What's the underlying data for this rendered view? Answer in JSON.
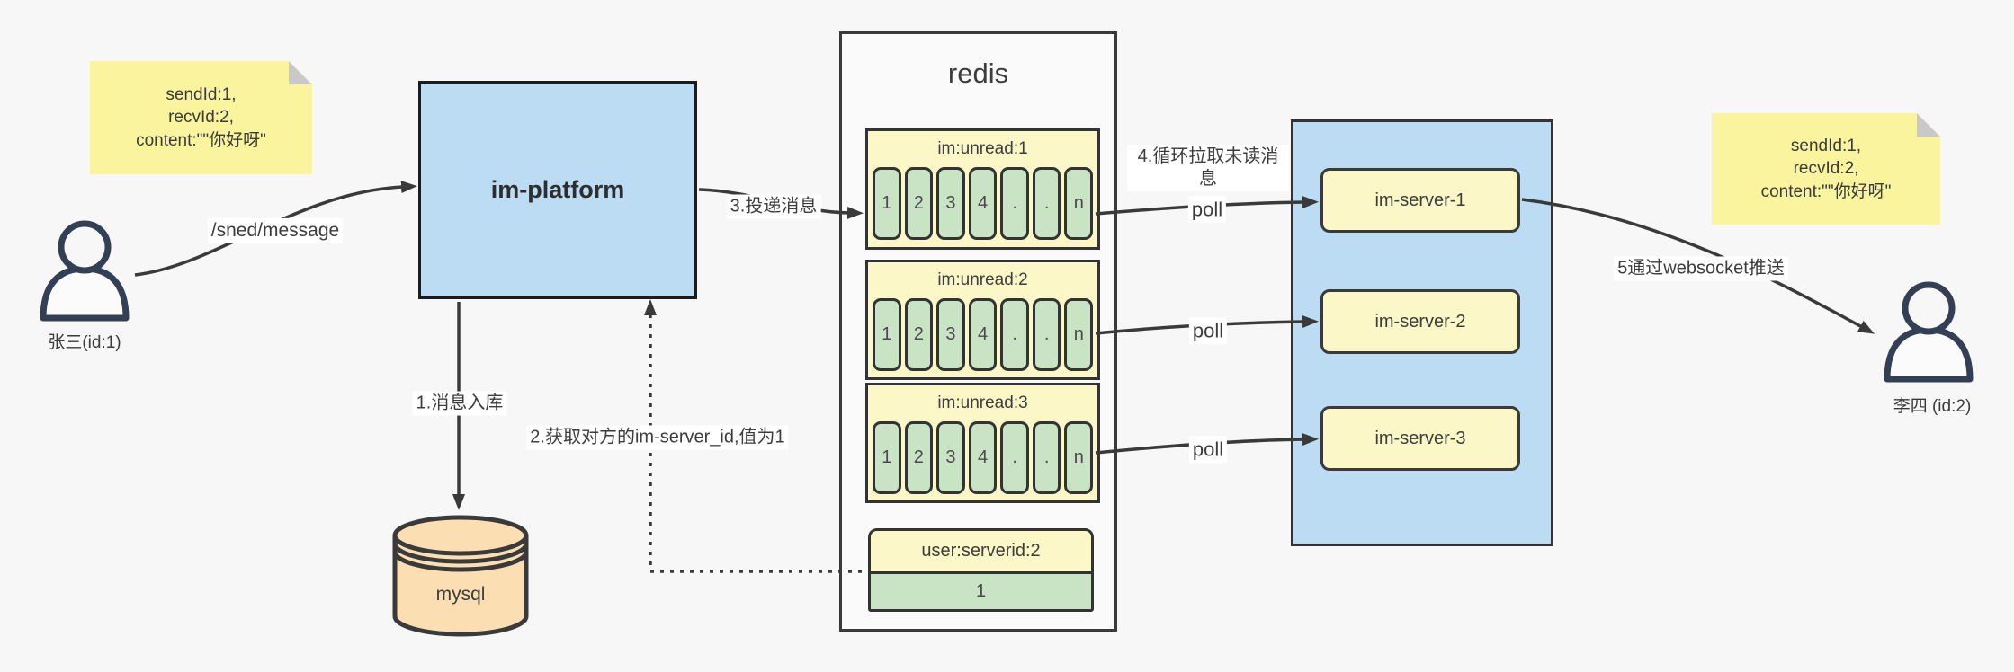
{
  "diagram": {
    "sender": {
      "name": "张三(id:1)"
    },
    "receiver": {
      "name": "李四 (id:2)"
    },
    "note_left": {
      "line1": "sendId:1,",
      "line2": "recvId:2,",
      "line3": "content:\"\"你好呀\""
    },
    "note_right": {
      "line1": "sendId:1,",
      "line2": "recvId:2,",
      "line3": "content:\"\"你好呀\""
    },
    "platform": {
      "label": "im-platform"
    },
    "db": {
      "label": "mysql"
    },
    "redis": {
      "title": "redis",
      "queues": [
        {
          "name": "im:unread:1",
          "cells": [
            "1",
            "2",
            "3",
            "4",
            ".",
            ".",
            "n"
          ]
        },
        {
          "name": "im:unread:2",
          "cells": [
            "1",
            "2",
            "3",
            "4",
            ".",
            ".",
            "n"
          ]
        },
        {
          "name": "im:unread:3",
          "cells": [
            "1",
            "2",
            "3",
            "4",
            ".",
            ".",
            "n"
          ]
        }
      ],
      "mapping": {
        "key": "user:serverid:2",
        "value": "1"
      }
    },
    "servers": [
      {
        "label": "im-server-1"
      },
      {
        "label": "im-server-2"
      },
      {
        "label": "im-server-3"
      }
    ],
    "labels": {
      "send_api": "/sned/message",
      "step1": "1.消息入库",
      "step2": "2.获取对方的im-server_id,值为1",
      "step3": "3.投递消息",
      "step4": "4.循环拉取未读消息",
      "step5": "5通过websocket推送",
      "poll": "poll"
    },
    "colors": {
      "node_blue": "#bcdcf4",
      "note_yellow": "#faf49f",
      "queue_yellow": "#fbf7c6",
      "cell_green": "#c8e4c5",
      "db_orange": "#fbdfb2",
      "line_dark": "#3a3a3a"
    }
  }
}
